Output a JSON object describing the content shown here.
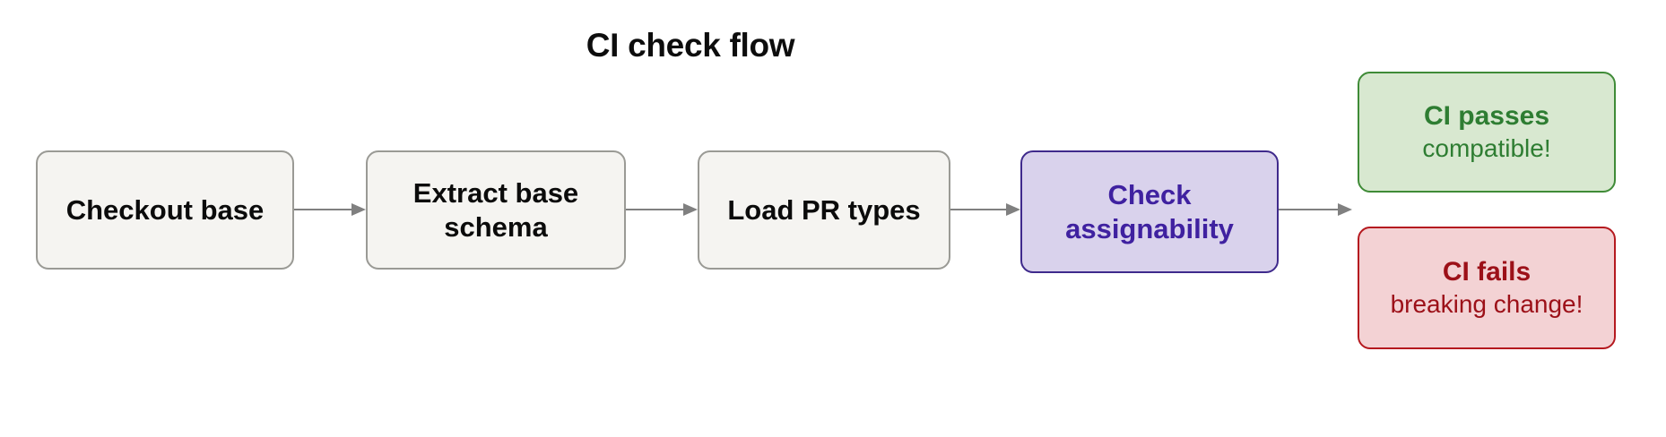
{
  "diagram": {
    "title": "CI check flow",
    "type": "flowchart",
    "orientation": "left-to-right",
    "colors": {
      "background": "#ffffff",
      "title_text": "#0d0d0d",
      "process_fill": "#f5f4f1",
      "process_border": "#9a9a95",
      "process_text": "#0b0b0b",
      "decision_fill": "#d9d2ec",
      "decision_border": "#3f2a8c",
      "decision_text": "#3f21a0",
      "success_fill": "#d8e8d0",
      "success_border": "#3f8b37",
      "success_text": "#2e7d32",
      "failure_fill": "#f3d2d4",
      "failure_border": "#b5191f",
      "failure_text": "#9c1018",
      "connector": "#808080"
    },
    "nodes": [
      {
        "id": "checkout-base",
        "label": "Checkout base",
        "sublabel": "",
        "kind": "process"
      },
      {
        "id": "extract-schema",
        "label": "Extract base\nschema",
        "line1": "Extract base",
        "line2": "schema",
        "sublabel": "",
        "kind": "process"
      },
      {
        "id": "load-pr-types",
        "label": "Load PR types",
        "sublabel": "",
        "kind": "process"
      },
      {
        "id": "check-assignability",
        "line1": "Check",
        "line2": "assignability",
        "sublabel": "",
        "kind": "decision"
      },
      {
        "id": "ci-passes",
        "label": "CI passes",
        "sublabel": "compatible!",
        "kind": "success"
      },
      {
        "id": "ci-fails",
        "label": "CI fails",
        "sublabel": "breaking change!",
        "kind": "failure"
      }
    ],
    "edges": [
      {
        "id": "edge-1",
        "from": "checkout-base",
        "to": "extract-schema",
        "label": "",
        "arrow": "single"
      },
      {
        "id": "edge-2",
        "from": "extract-schema",
        "to": "load-pr-types",
        "label": "",
        "arrow": "single"
      },
      {
        "id": "edge-3",
        "from": "load-pr-types",
        "to": "check-assignability",
        "label": "",
        "arrow": "single"
      },
      {
        "id": "edge-4",
        "from": "check-assignability",
        "to": "ci-passes / ci-fails",
        "label": "",
        "arrow": "single"
      }
    ]
  }
}
